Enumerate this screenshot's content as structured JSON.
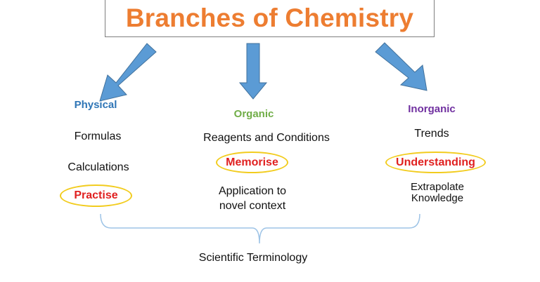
{
  "title": "Branches of Chemistry",
  "colors": {
    "title": "#ed7d31",
    "arrow_fill": "#5b9bd5",
    "arrow_stroke": "#41719c",
    "physical": "#2e75b6",
    "organic": "#70ad47",
    "inorganic": "#7030a0",
    "highlight_text": "#e02020",
    "highlight_oval": "#f2cc1e",
    "brace": "#9dc3e6"
  },
  "branches": {
    "physical": {
      "name": "Physical",
      "items": [
        "Formulas",
        "Calculations"
      ],
      "highlight": "Practise"
    },
    "organic": {
      "name": "Organic",
      "items": [
        "Reagents and Conditions"
      ],
      "highlight": "Memorise",
      "after": [
        "Application to",
        "novel context"
      ]
    },
    "inorganic": {
      "name": "Inorganic",
      "items": [
        "Trends"
      ],
      "highlight": "Understanding",
      "after": [
        "Extrapolate",
        "Knowledge"
      ]
    }
  },
  "common": "Scientific Terminology"
}
